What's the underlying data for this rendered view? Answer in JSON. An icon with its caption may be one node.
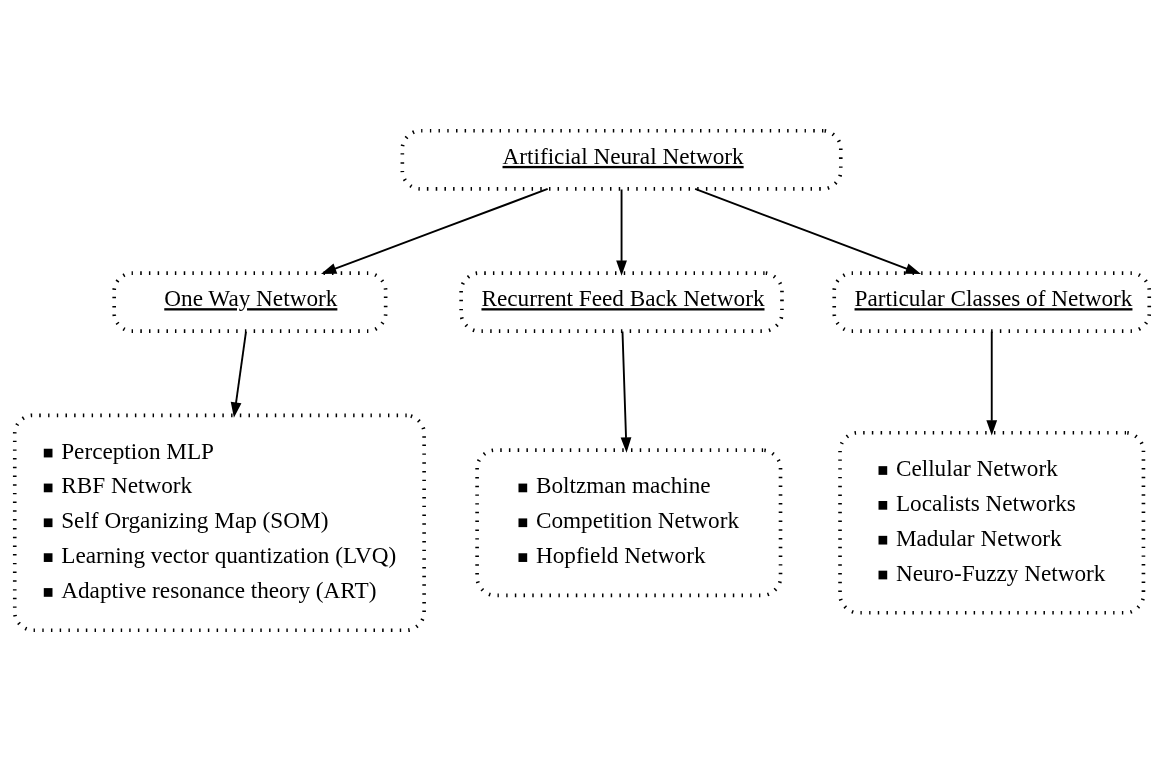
{
  "diagram": {
    "nodes": [
      {
        "text": [
          "Artificial Neural Network"
        ]
      },
      {
        "text": [
          "One Way Network"
        ]
      },
      {
        "text": [
          "Recurrent Feed Back Network"
        ]
      },
      {
        "text": [
          "Particular Classes of Network"
        ]
      },
      {
        "text": [
          "Perception MLP",
          "RBF Network",
          "Self Organizing Map (SOM)",
          "Learning vector quantization (LVQ)",
          "Adaptive resonance theory (ART)"
        ]
      },
      {
        "text": [
          "Boltzman machine",
          "Competition Network",
          "Hopfield Network"
        ]
      },
      {
        "text": [
          "Cellular Network",
          "Localists Networks",
          "Madular Network",
          "Neuro-Fuzzy Network"
        ]
      }
    ],
    "edges": [
      {
        "from": 0,
        "to": 1,
        "arrow": "to"
      },
      {
        "from": 0,
        "to": 2,
        "arrow": "to"
      },
      {
        "from": 0,
        "to": 3,
        "arrow": "to"
      },
      {
        "from": 1,
        "to": 4,
        "arrow": "to"
      },
      {
        "from": 2,
        "to": 5,
        "arrow": "to"
      },
      {
        "from": 3,
        "to": 6,
        "arrow": "to"
      }
    ]
  }
}
